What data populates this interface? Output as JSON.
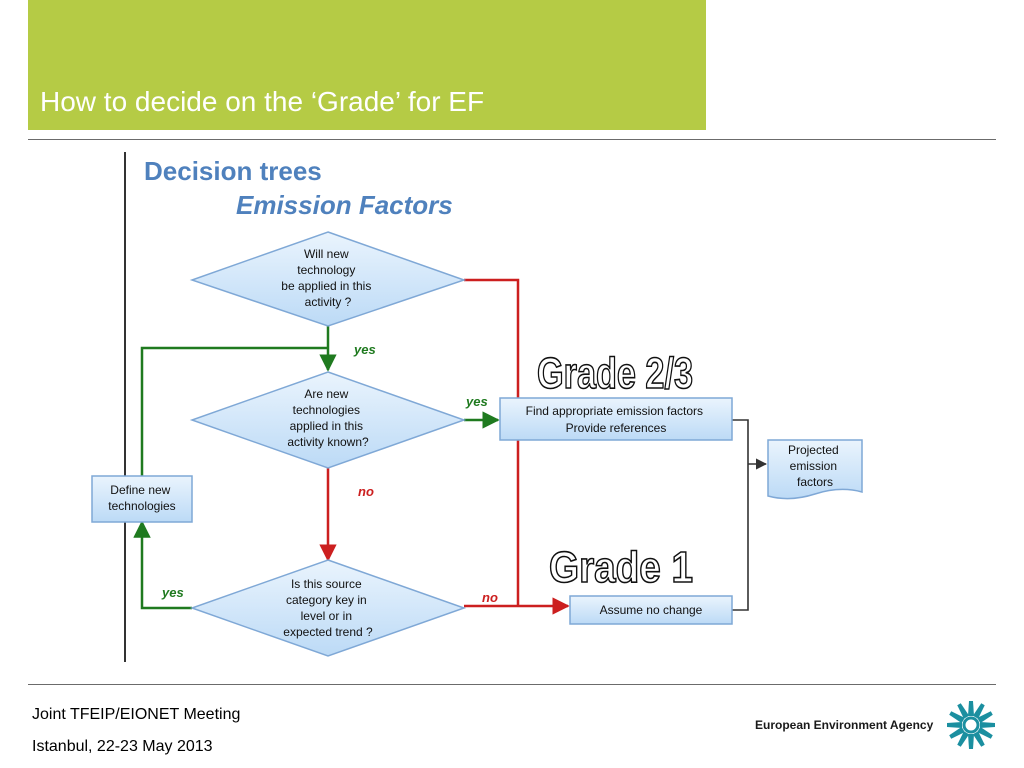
{
  "header": {
    "title": "How to decide on the ‘Grade’ for EF",
    "band_color": "#b5cb45"
  },
  "diagram": {
    "heading": "Decision trees",
    "subheading": "Emission Factors",
    "heading_color": "#4f81bd",
    "q1": [
      "Will new",
      "technology",
      "be applied in this",
      "activity ?"
    ],
    "q2": [
      "Are new",
      "technologies",
      "applied in this",
      "activity known?"
    ],
    "q3": [
      "Is this source",
      "category key in",
      "level or in",
      "expected trend ?"
    ],
    "define_box": [
      "Define new",
      "technologies"
    ],
    "grade23_box": [
      "Find appropriate emission factors",
      "Provide references"
    ],
    "grade1_box": "Assume no change",
    "projected_box": [
      "Projected",
      "emission",
      "factors"
    ],
    "grade23_label": "Grade 2/3",
    "grade1_label": "Grade 1",
    "yes": "yes",
    "no": "no",
    "colors": {
      "yes_line": "#1f7a1f",
      "no_line": "#cc1f1f",
      "shape_fill": "#d6e9fb",
      "shape_stroke": "#7fa8d6"
    }
  },
  "footer": {
    "meeting": "Joint TFEIP/EIONET Meeting",
    "place_date": "Istanbul, 22-23 May 2013",
    "agency": "European Environment Agency",
    "logo_color": "#1b8fa0"
  }
}
